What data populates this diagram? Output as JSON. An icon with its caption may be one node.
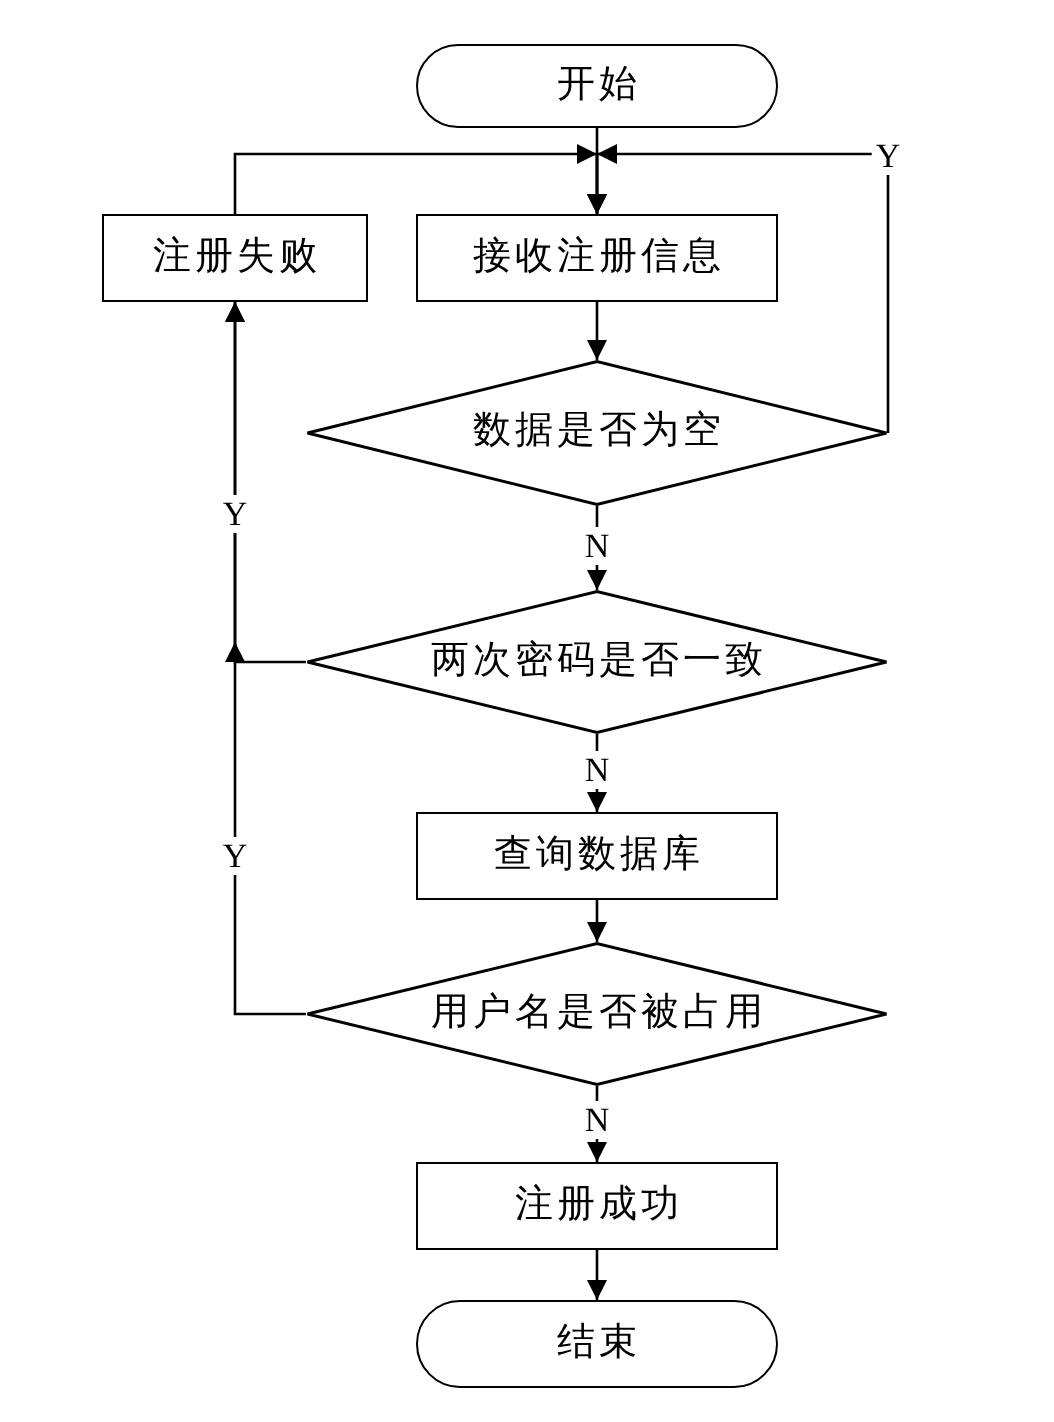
{
  "diagram": {
    "nodes": [
      {
        "text": [
          "开始"
        ]
      },
      {
        "text": [
          "注册失败"
        ]
      },
      {
        "text": [
          "接收注册信息"
        ]
      },
      {
        "text": [
          "数据是否为空"
        ]
      },
      {
        "text": [
          "两次密码是否一致"
        ]
      },
      {
        "text": [
          "查询数据库"
        ]
      },
      {
        "text": [
          "用户名是否被占用"
        ]
      },
      {
        "text": [
          "注册成功"
        ]
      },
      {
        "text": [
          "结束"
        ]
      }
    ],
    "edges": [
      {
        "from": 0,
        "to": 2,
        "arrow": "to"
      },
      {
        "from": 1,
        "to": 2,
        "arrow": "to"
      },
      {
        "from": 2,
        "to": 3,
        "arrow": "to"
      },
      {
        "from": 3,
        "to": 2,
        "arrow": "to",
        "label": "Y"
      },
      {
        "from": 3,
        "to": 4,
        "arrow": "to",
        "label": "N"
      },
      {
        "from": 4,
        "to": 5,
        "arrow": "to",
        "label": "N"
      },
      {
        "from": 4,
        "to": 1,
        "arrow": "to",
        "label": "Y"
      },
      {
        "from": 5,
        "to": 6,
        "arrow": "to"
      },
      {
        "from": 6,
        "to": 7,
        "arrow": "to",
        "label": "N"
      },
      {
        "from": 6,
        "to": 1,
        "arrow": "to",
        "label": "Y"
      },
      {
        "from": 7,
        "to": 8,
        "arrow": "to"
      }
    ]
  }
}
